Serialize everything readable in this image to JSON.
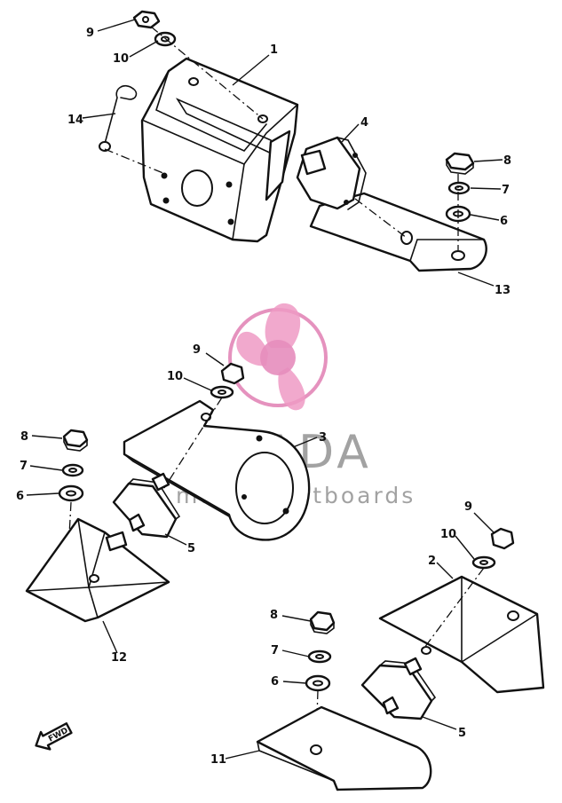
{
  "figure": {
    "callouts": [
      {
        "id": "c1",
        "label": "1"
      },
      {
        "id": "c9a",
        "label": "9"
      },
      {
        "id": "c10a",
        "label": "10"
      },
      {
        "id": "c14",
        "label": "14"
      },
      {
        "id": "c4",
        "label": "4"
      },
      {
        "id": "c8a",
        "label": "8"
      },
      {
        "id": "c7a",
        "label": "7"
      },
      {
        "id": "c6a",
        "label": "6"
      },
      {
        "id": "c13",
        "label": "13"
      },
      {
        "id": "c9b",
        "label": "9"
      },
      {
        "id": "c10b",
        "label": "10"
      },
      {
        "id": "c3",
        "label": "3"
      },
      {
        "id": "c8b",
        "label": "8"
      },
      {
        "id": "c7b",
        "label": "7"
      },
      {
        "id": "c6b",
        "label": "6"
      },
      {
        "id": "c5a",
        "label": "5"
      },
      {
        "id": "c12",
        "label": "12"
      },
      {
        "id": "c9c",
        "label": "9"
      },
      {
        "id": "c10c",
        "label": "10"
      },
      {
        "id": "c2",
        "label": "2"
      },
      {
        "id": "c8c",
        "label": "8"
      },
      {
        "id": "c7c",
        "label": "7"
      },
      {
        "id": "c6c",
        "label": "6"
      },
      {
        "id": "c5b",
        "label": "5"
      },
      {
        "id": "c11",
        "label": "11"
      }
    ],
    "direction_marker": "FWD"
  },
  "watermark": {
    "brand": "ARMADA",
    "tagline": "marine outboards",
    "colors": {
      "logo": "#ee9ac4",
      "text": "#8c8c8c"
    }
  },
  "icons": [
    "propeller-logo-icon",
    "forward-arrow-icon"
  ]
}
